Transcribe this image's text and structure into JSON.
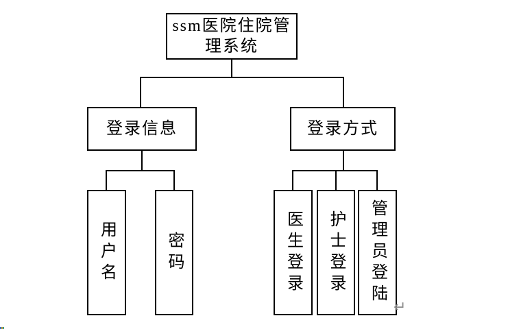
{
  "diagram": {
    "root": {
      "label": "ssm医院住院管理系统",
      "lines": [
        "ssm医院住院管",
        "理系统"
      ]
    },
    "branches": [
      {
        "label": "登录信息",
        "children": [
          {
            "label": "用户名"
          },
          {
            "label": "密码"
          }
        ]
      },
      {
        "label": "登录方式",
        "children": [
          {
            "label": "医生登录"
          },
          {
            "label": "护士登录"
          },
          {
            "label": "管理员登陆"
          }
        ]
      }
    ],
    "return_mark": "↵",
    "colors": {
      "box_border": "#000000",
      "connector": "#000000",
      "text": "#000000",
      "return_mark": "#8c8c8c",
      "background": "#ffffff",
      "corner_artifact": [
        "#3a6bc8",
        "#c8a03a",
        "#3a9b8a"
      ]
    }
  }
}
